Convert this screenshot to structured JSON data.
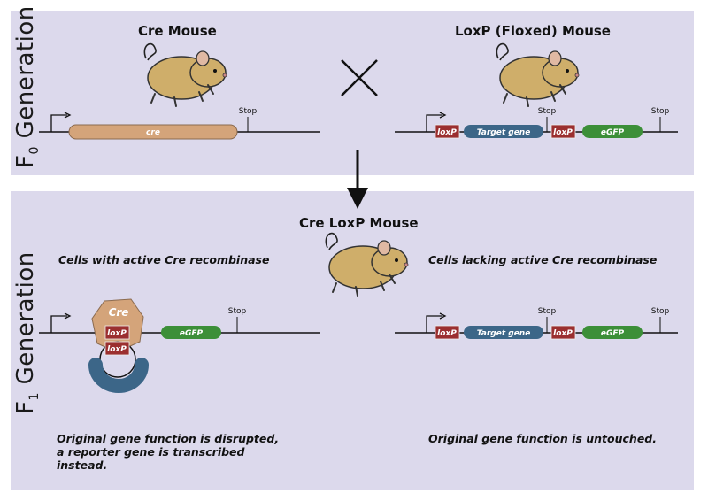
{
  "f0": {
    "generation_label": "Generation",
    "generation_letter": "F",
    "generation_sub": "0",
    "cre_mouse_title": "Cre Mouse",
    "loxp_mouse_title": "LoxP (Floxed) Mouse",
    "cre_segment": "cre",
    "stop": "Stop",
    "loxp": "loxP",
    "target_gene": "Target gene",
    "egfp": "eGFP"
  },
  "f1": {
    "generation_label": "Generation",
    "generation_letter": "F",
    "generation_sub": "1",
    "cre_loxp_title": "Cre LoxP Mouse",
    "left_caption": "Cells with active Cre recombinase",
    "right_caption": "Cells lacking active Cre recombinase",
    "cre_protein": "Cre",
    "stop": "Stop",
    "loxp": "loxP",
    "target_gene": "Target gene",
    "egfp": "eGFP",
    "left_result": [
      "Original gene function is disrupted,",
      "a reporter gene is transcribed",
      "instead."
    ],
    "right_result": "Original gene function is untouched."
  },
  "colors": {
    "panel": "#dcd9ec",
    "cre": "#d4a47a",
    "loxp": "#9b2f2f",
    "target": "#3c6688",
    "egfp": "#3c8f38"
  }
}
